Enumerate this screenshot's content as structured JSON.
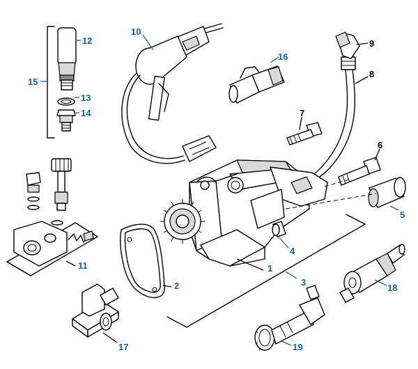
{
  "colors": {
    "callout_blue": "#1565a6",
    "callout_black": "#000000",
    "line": "#000000",
    "background": "#ffffff"
  },
  "callouts": {
    "c1": "1",
    "c2": "2",
    "c3": "3",
    "c4": "4",
    "c5": "5",
    "c6": "6",
    "c7": "7",
    "c8": "8",
    "c9": "9",
    "c10": "10",
    "c11": "11",
    "c12": "12",
    "c13": "13",
    "c14": "14",
    "c15": "15",
    "c16": "16",
    "c17": "17",
    "c18": "18",
    "c19": "19"
  }
}
